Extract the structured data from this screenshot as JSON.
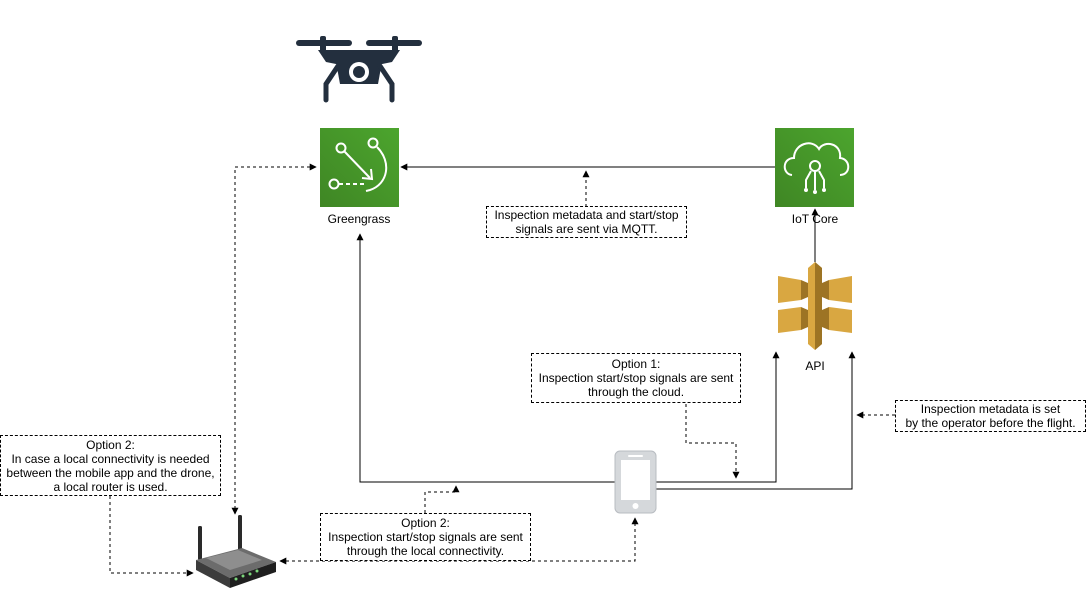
{
  "nodes": {
    "greengrass": {
      "label": "Greengrass",
      "icon": "greengrass-icon"
    },
    "iot_core": {
      "label": "IoT Core",
      "icon": "iot-core-icon"
    },
    "api": {
      "label": "API",
      "icon": "api-gateway-icon"
    },
    "drone": {
      "icon": "drone-icon"
    },
    "mobile": {
      "icon": "mobile-phone-icon"
    },
    "router": {
      "icon": "router-icon"
    }
  },
  "notes": {
    "mqtt": {
      "lines": [
        "Inspection metadata and start/stop",
        "signals are sent via MQTT."
      ]
    },
    "option1": {
      "lines": [
        "Option 1:",
        "Inspection start/stop signals are sent",
        "through the cloud."
      ]
    },
    "metadata": {
      "lines": [
        "Inspection metadata is set",
        "by the operator before the flight."
      ]
    },
    "option2_router": {
      "lines": [
        "Option 2:",
        "In case a local connectivity is needed",
        "between the mobile app and the drone,",
        "a local router is used."
      ]
    },
    "option2_local": {
      "lines": [
        "Option 2:",
        "Inspection start/stop signals are sent",
        "through the local connectivity."
      ]
    }
  },
  "colors": {
    "aws_green": "#3F8624",
    "aws_green_light": "#4CA52E",
    "api_gold": "#D9A741",
    "api_gold_dark": "#9D7424",
    "drone_dark": "#232F3E",
    "phone_gray": "#D5D8DB"
  }
}
